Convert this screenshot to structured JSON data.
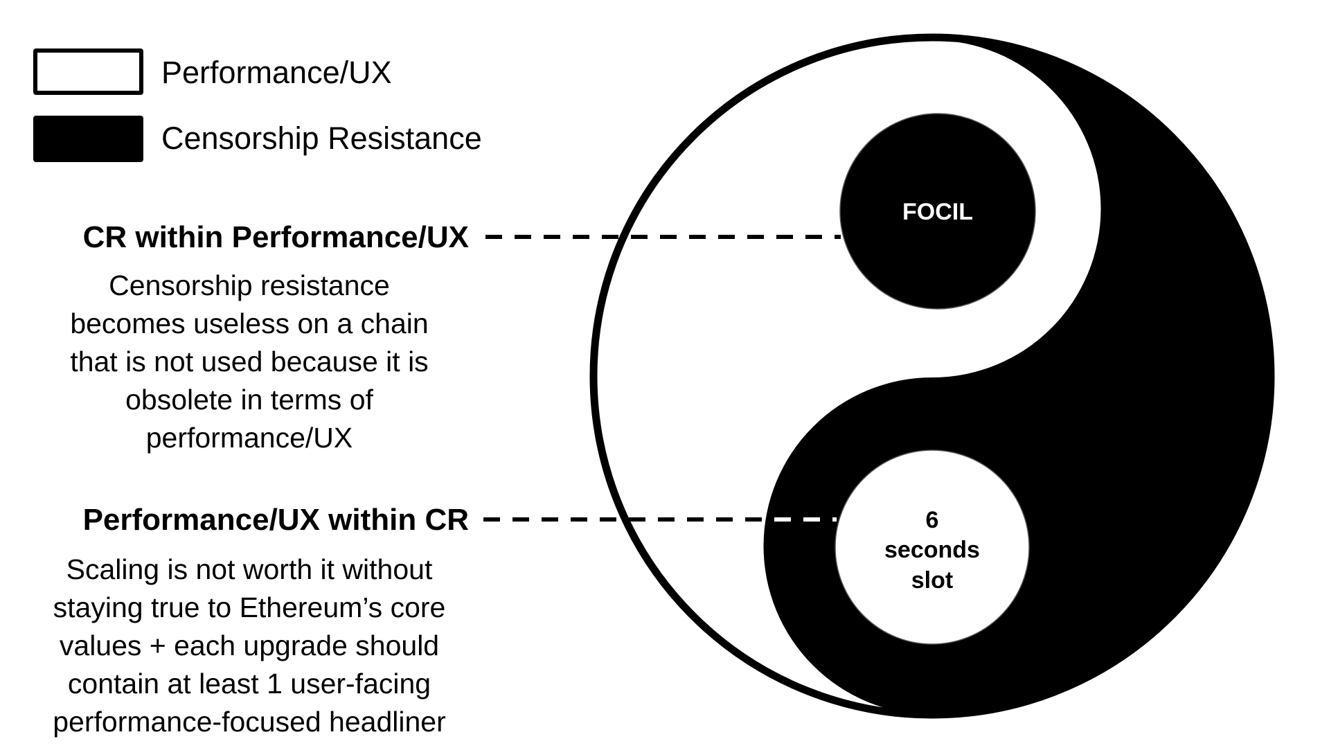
{
  "legend": [
    {
      "label": "Performance/UX",
      "swatch": "white",
      "color": "#ffffff"
    },
    {
      "label": "Censorship Resistance",
      "swatch": "black",
      "color": "#000000"
    }
  ],
  "sections": [
    {
      "heading": "CR within Performance/UX",
      "body_lines": [
        "Censorship resistance",
        "becomes useless on a chain",
        "that is not used because it is",
        "obsolete in terms of",
        "performance/UX"
      ],
      "points_to": "FOCIL"
    },
    {
      "heading": "Performance/UX within CR",
      "body_lines": [
        "Scaling is not worth it without",
        "staying true to Ethereum’s core",
        "values + each upgrade should",
        "contain at least 1 user-facing",
        "performance-focused headliner"
      ],
      "points_to": "6 seconds slot"
    }
  ],
  "diagram": {
    "type": "yin-yang",
    "white_half": "Performance/UX",
    "black_half": "Censorship Resistance",
    "top_dot": {
      "label_lines": [
        "FOCIL"
      ],
      "fill": "black",
      "text_color": "#ffffff"
    },
    "bottom_dot": {
      "label_lines": [
        "6",
        "seconds",
        "slot"
      ],
      "fill": "white",
      "text_color": "#000000"
    }
  },
  "colors": {
    "primary": "#000000",
    "background": "#ffffff"
  }
}
